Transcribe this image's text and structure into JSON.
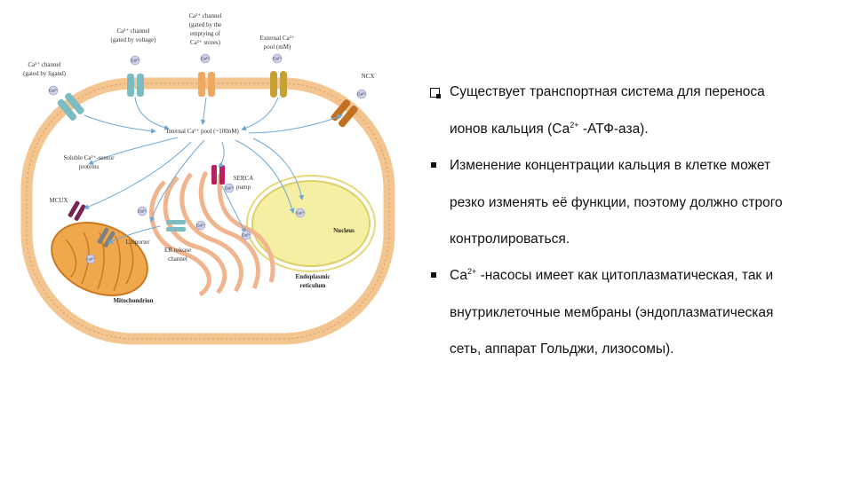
{
  "diagram": {
    "labels": {
      "ca_channel_voltage": [
        "Ca²⁺ channel",
        "(gated by voltage)"
      ],
      "ca_channel_stores": [
        "Ca²⁺ channel",
        "(gated by the",
        "emptying of",
        "Ca²⁺ stores)"
      ],
      "external_pool": [
        "External Ca²⁺",
        "pool (mM)"
      ],
      "ca_channel_ligand": [
        "Ca²⁺ channel",
        "(gated by ligand)"
      ],
      "ncx": "NCX",
      "internal_pool": "Internal Ca²⁺ pool (~100nM)",
      "soluble_sensor": [
        "Soluble Ca²⁺-sensor",
        "proteins"
      ],
      "serca": [
        "SERCA",
        "pump"
      ],
      "mcux": "MCUX",
      "uniporter": "Uniporter",
      "er_release": [
        "ER release",
        "channel"
      ],
      "nucleus": "Nucleus",
      "er": [
        "Endoplasmic",
        "reticulum"
      ],
      "mitochondrion": "Mitochondrion",
      "ion": "Ca²⁺"
    },
    "colors": {
      "membrane": "#f3c691",
      "nucleus": "#f5efa4",
      "mito": "#f0a84c",
      "er": "#f6c9a6",
      "teal_channel": "#7bbcc2",
      "orange_channel": "#f0a860",
      "olive_channel": "#c6a030",
      "ncx": "#c07020",
      "serca": "#b82060",
      "mcux": "#7a2050",
      "grey_channel": "#808080",
      "arrow": "#6fa8d2"
    }
  },
  "text": {
    "items": [
      {
        "type": "q",
        "lines": [
          "Существует транспортная система для переноса",
          "ионов кальция (Са",
          "2+",
          " -АТФ-аза)."
        ]
      },
      {
        "type": "square",
        "lines": [
          "Изменение концентрации кальция в клетке может",
          "резко изменять её функции, поэтому должно строго",
          "контролироваться."
        ]
      },
      {
        "type": "square",
        "lines": [
          "Са",
          "2+",
          " -насосы имеет как цитоплазматическая, так и",
          "внутриклеточные мембраны (эндоплазматическая",
          "сеть, аппарат Гольджи, лизосомы)."
        ]
      }
    ]
  }
}
